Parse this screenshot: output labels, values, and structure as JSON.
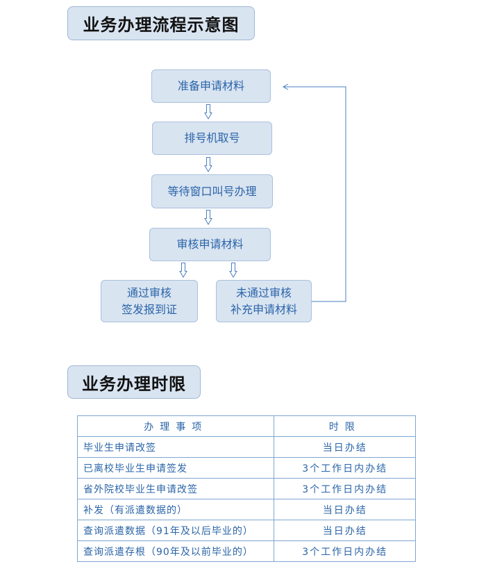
{
  "section1": {
    "title": "业务办理流程示意图"
  },
  "flow": {
    "nodes": [
      {
        "id": "prepare",
        "lines": [
          "准备申请材料"
        ]
      },
      {
        "id": "ticket",
        "lines": [
          "排号机取号"
        ]
      },
      {
        "id": "wait",
        "lines": [
          "等待窗口叫号办理"
        ]
      },
      {
        "id": "review",
        "lines": [
          "审核申请材料"
        ]
      },
      {
        "id": "pass",
        "lines": [
          "通过审核",
          "签发报到证"
        ]
      },
      {
        "id": "fail",
        "lines": [
          "未通过审核",
          "补充申请材料"
        ]
      }
    ]
  },
  "section2": {
    "title": "业务办理时限"
  },
  "limit_table": {
    "headers": [
      "办理事项",
      "时限"
    ],
    "rows": [
      {
        "item": "毕业生申请改签",
        "limit": "当日办结"
      },
      {
        "item": "已离校毕业生申请签发",
        "limit": "3个工作日内办结"
      },
      {
        "item": "省外院校毕业生申请改签",
        "limit": "3个工作日内办结"
      },
      {
        "item": "补发（有派遣数据的）",
        "limit": "当日办结"
      },
      {
        "item": "查询派遣数据（91年及以后毕业的）",
        "limit": "当日办结"
      },
      {
        "item": "查询派遣存根（90年及以前毕业的）",
        "limit": "3个工作日内办结"
      }
    ]
  },
  "colors": {
    "box_fill": "#d9e4f1",
    "box_border": "#a9c0dc",
    "text_blue": "#2a64a8",
    "arrow": "#4a7fc1"
  }
}
